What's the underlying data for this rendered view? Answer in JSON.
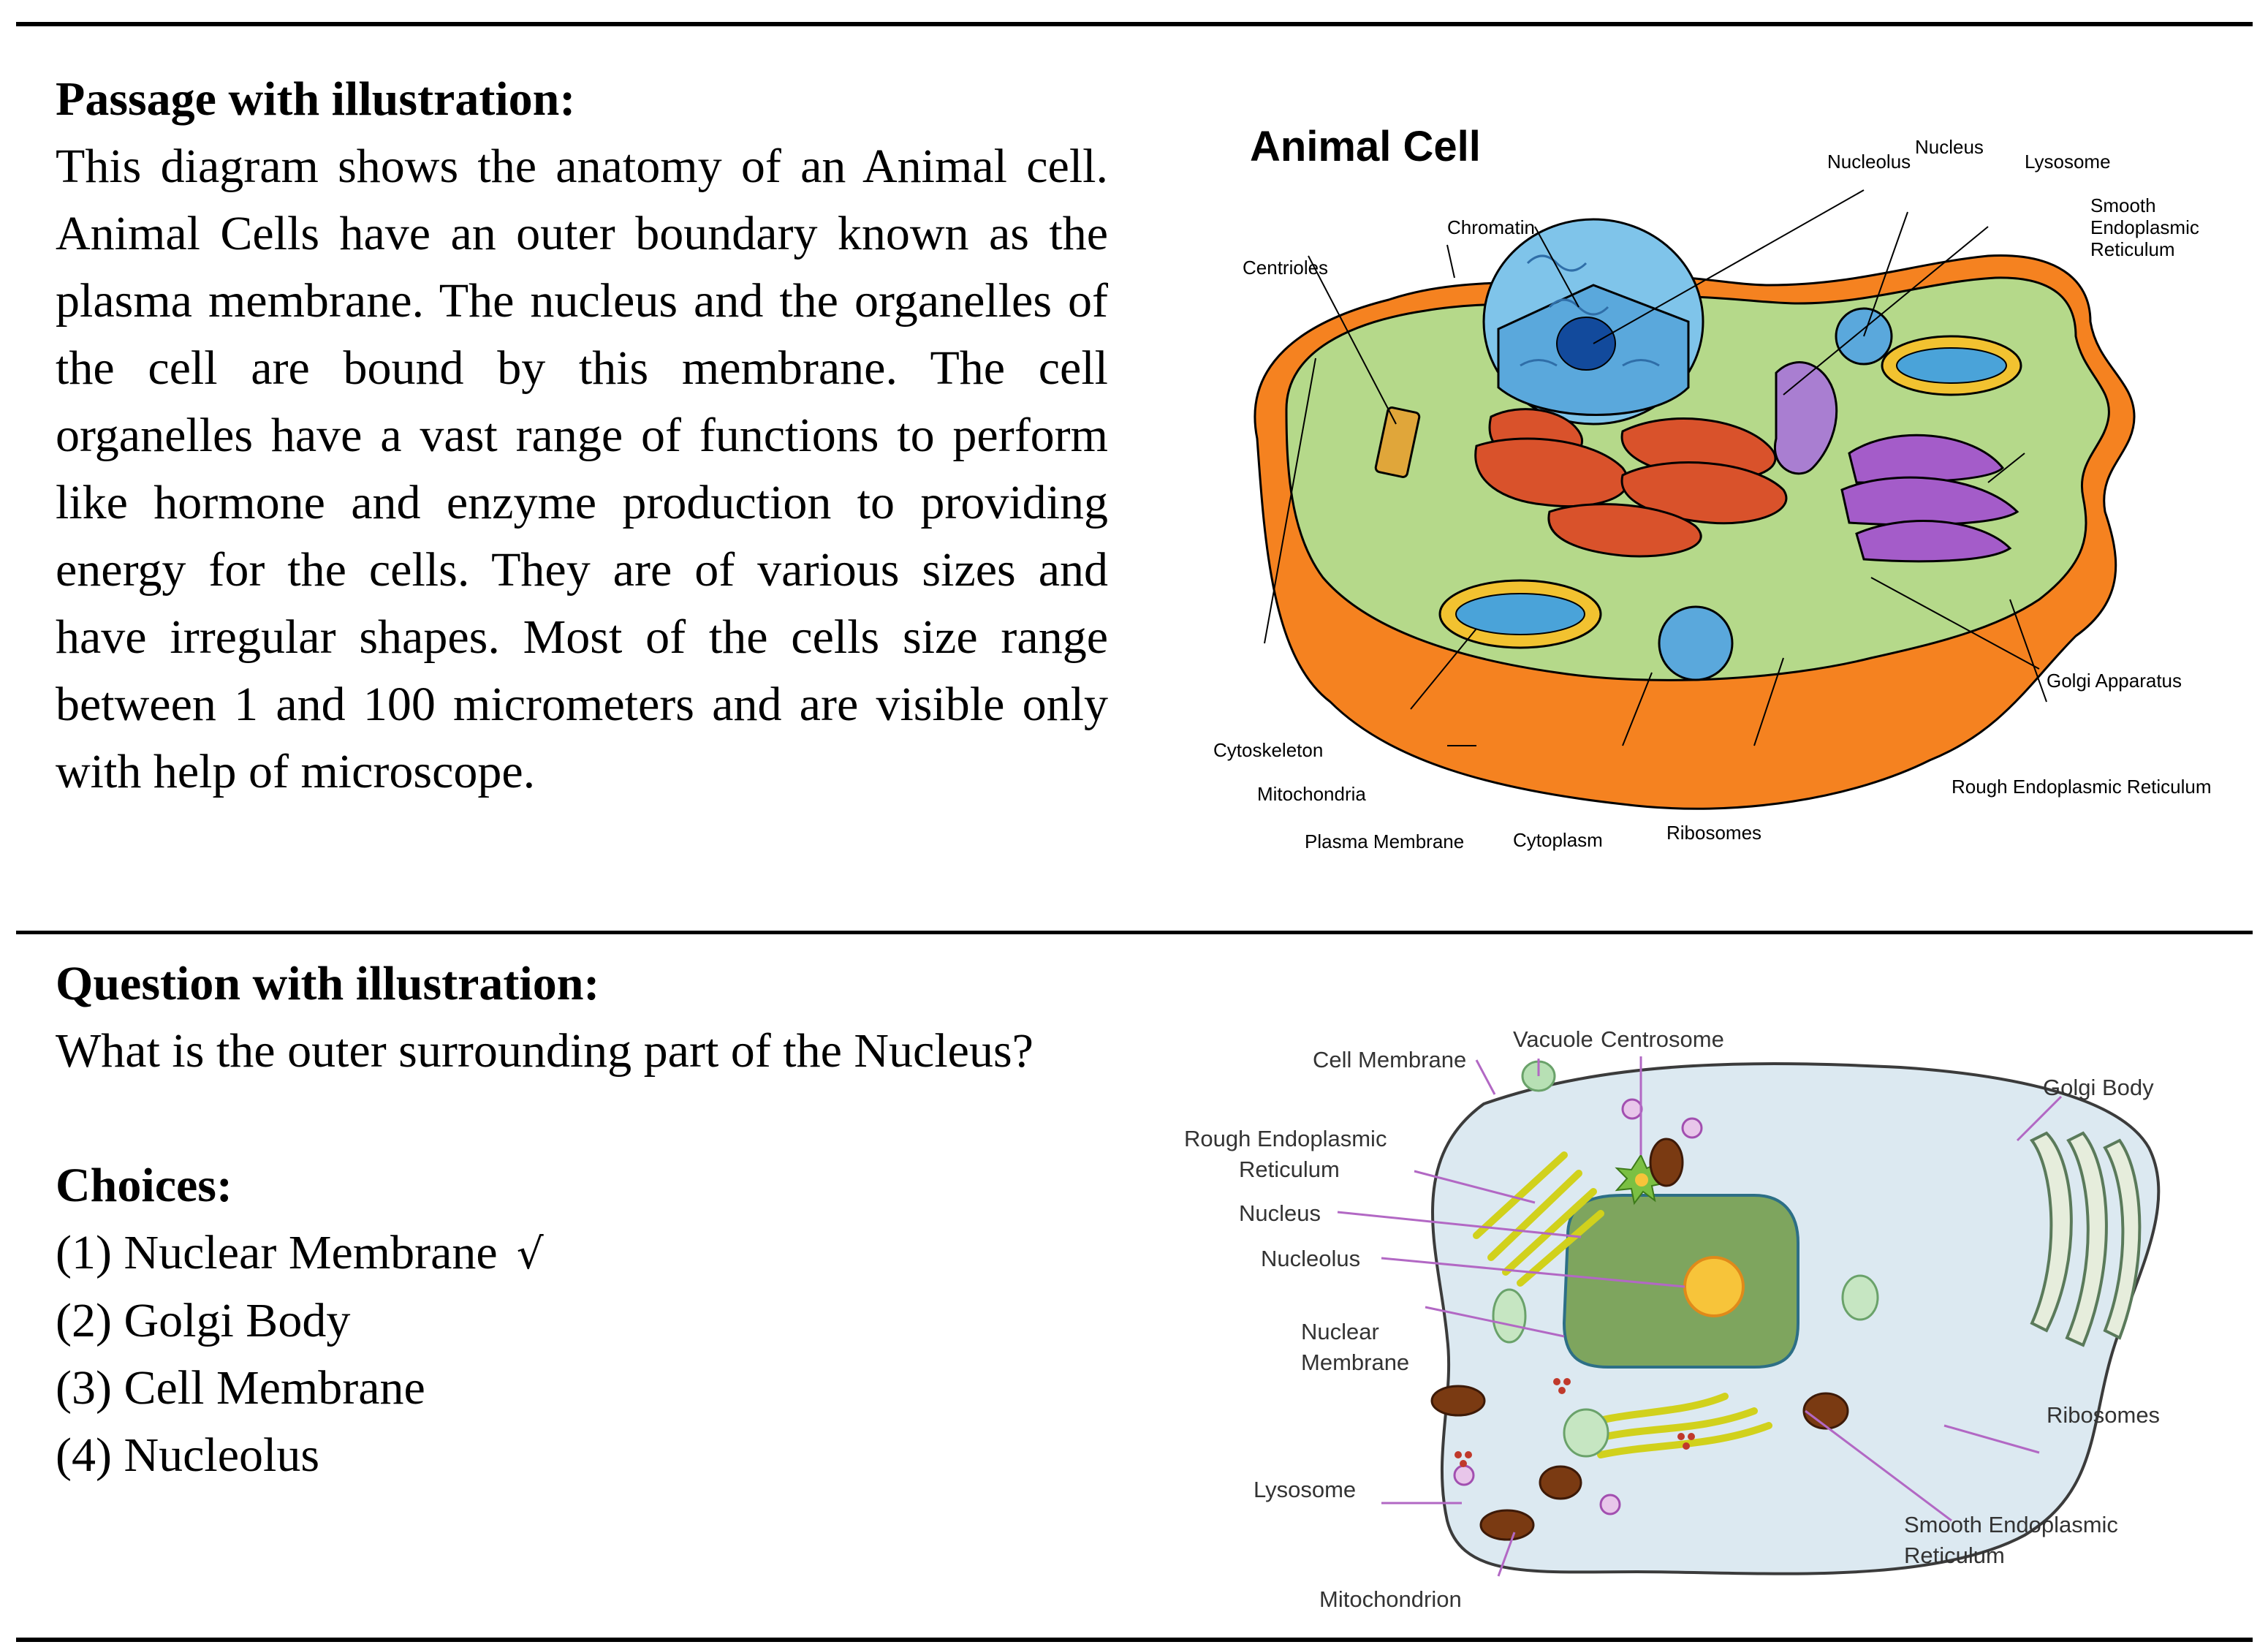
{
  "passage": {
    "heading": "Passage with illustration:",
    "body": "This diagram shows the anatomy of an Animal cell.  Animal Cells have an outer boundary known as the plasma membrane. The nucleus and the organelles of the cell are bound by this membrane.  The cell organelles have a vast range of functions to perform like hormone and enzyme production to providing energy for the cells. They are of various sizes and have irregular shapes. Most of the cells size range between 1 and 100 micrometers and are visible only with help of microscope."
  },
  "figure1": {
    "title": "Animal Cell",
    "labels": {
      "nucleolus": "Nucleolus",
      "nucleus": "Nucleus",
      "lysosome": "Lysosome",
      "smooth_er_1": "Smooth",
      "smooth_er_2": "Endoplasmic",
      "smooth_er_3": "Reticulum",
      "chromatin": "Chromatin",
      "centrioles": "Centrioles",
      "golgi": "Golgi Apparatus",
      "cytoskeleton": "Cytoskeleton",
      "rough_er": "Rough Endoplasmic Reticulum",
      "mitochondria": "Mitochondria",
      "plasma_membrane": "Plasma Membrane",
      "cytoplasm": "Cytoplasm",
      "ribosomes": "Ribosomes"
    },
    "colors": {
      "membrane": "#f58220",
      "cytoplasm": "#b5d98a",
      "nucleus": "#7fc4ea",
      "rough_er": "#d9522b",
      "golgi": "#a45cc9",
      "mitochondria": "#f2c230"
    }
  },
  "question": {
    "heading": "Question with illustration:",
    "text": "What is the outer surrounding part of the Nucleus?",
    "choices_heading": "Choices:",
    "choices": [
      {
        "label": "(1) Nuclear Membrane",
        "correct": true
      },
      {
        "label": "(2) Golgi Body",
        "correct": false
      },
      {
        "label": "(3) Cell Membrane",
        "correct": false
      },
      {
        "label": "(4) Nucleolus",
        "correct": false
      }
    ],
    "check_mark": "√"
  },
  "figure2": {
    "labels": {
      "vacuole": "Vacuole",
      "centrosome": "Centrosome",
      "cell_membrane": "Cell Membrane",
      "golgi_body": "Golgi Body",
      "rough_er_1": "Rough Endoplasmic",
      "rough_er_2": "Reticulum",
      "nucleus": "Nucleus",
      "nucleolus": "Nucleolus",
      "nuclear_membrane_1": "Nuclear",
      "nuclear_membrane_2": "Membrane",
      "ribosomes": "Ribosomes",
      "lysosome": "Lysosome",
      "smooth_er_1": "Smooth Endoplasmic",
      "smooth_er_2": "Reticulum",
      "mitochondrion": "Mitochondrion"
    },
    "colors": {
      "cell": "#dce9f1",
      "nucleus": "#7ea55e",
      "nucleolus": "#f7c43a",
      "leader": "#b268c4",
      "er": "#e6e632"
    }
  }
}
